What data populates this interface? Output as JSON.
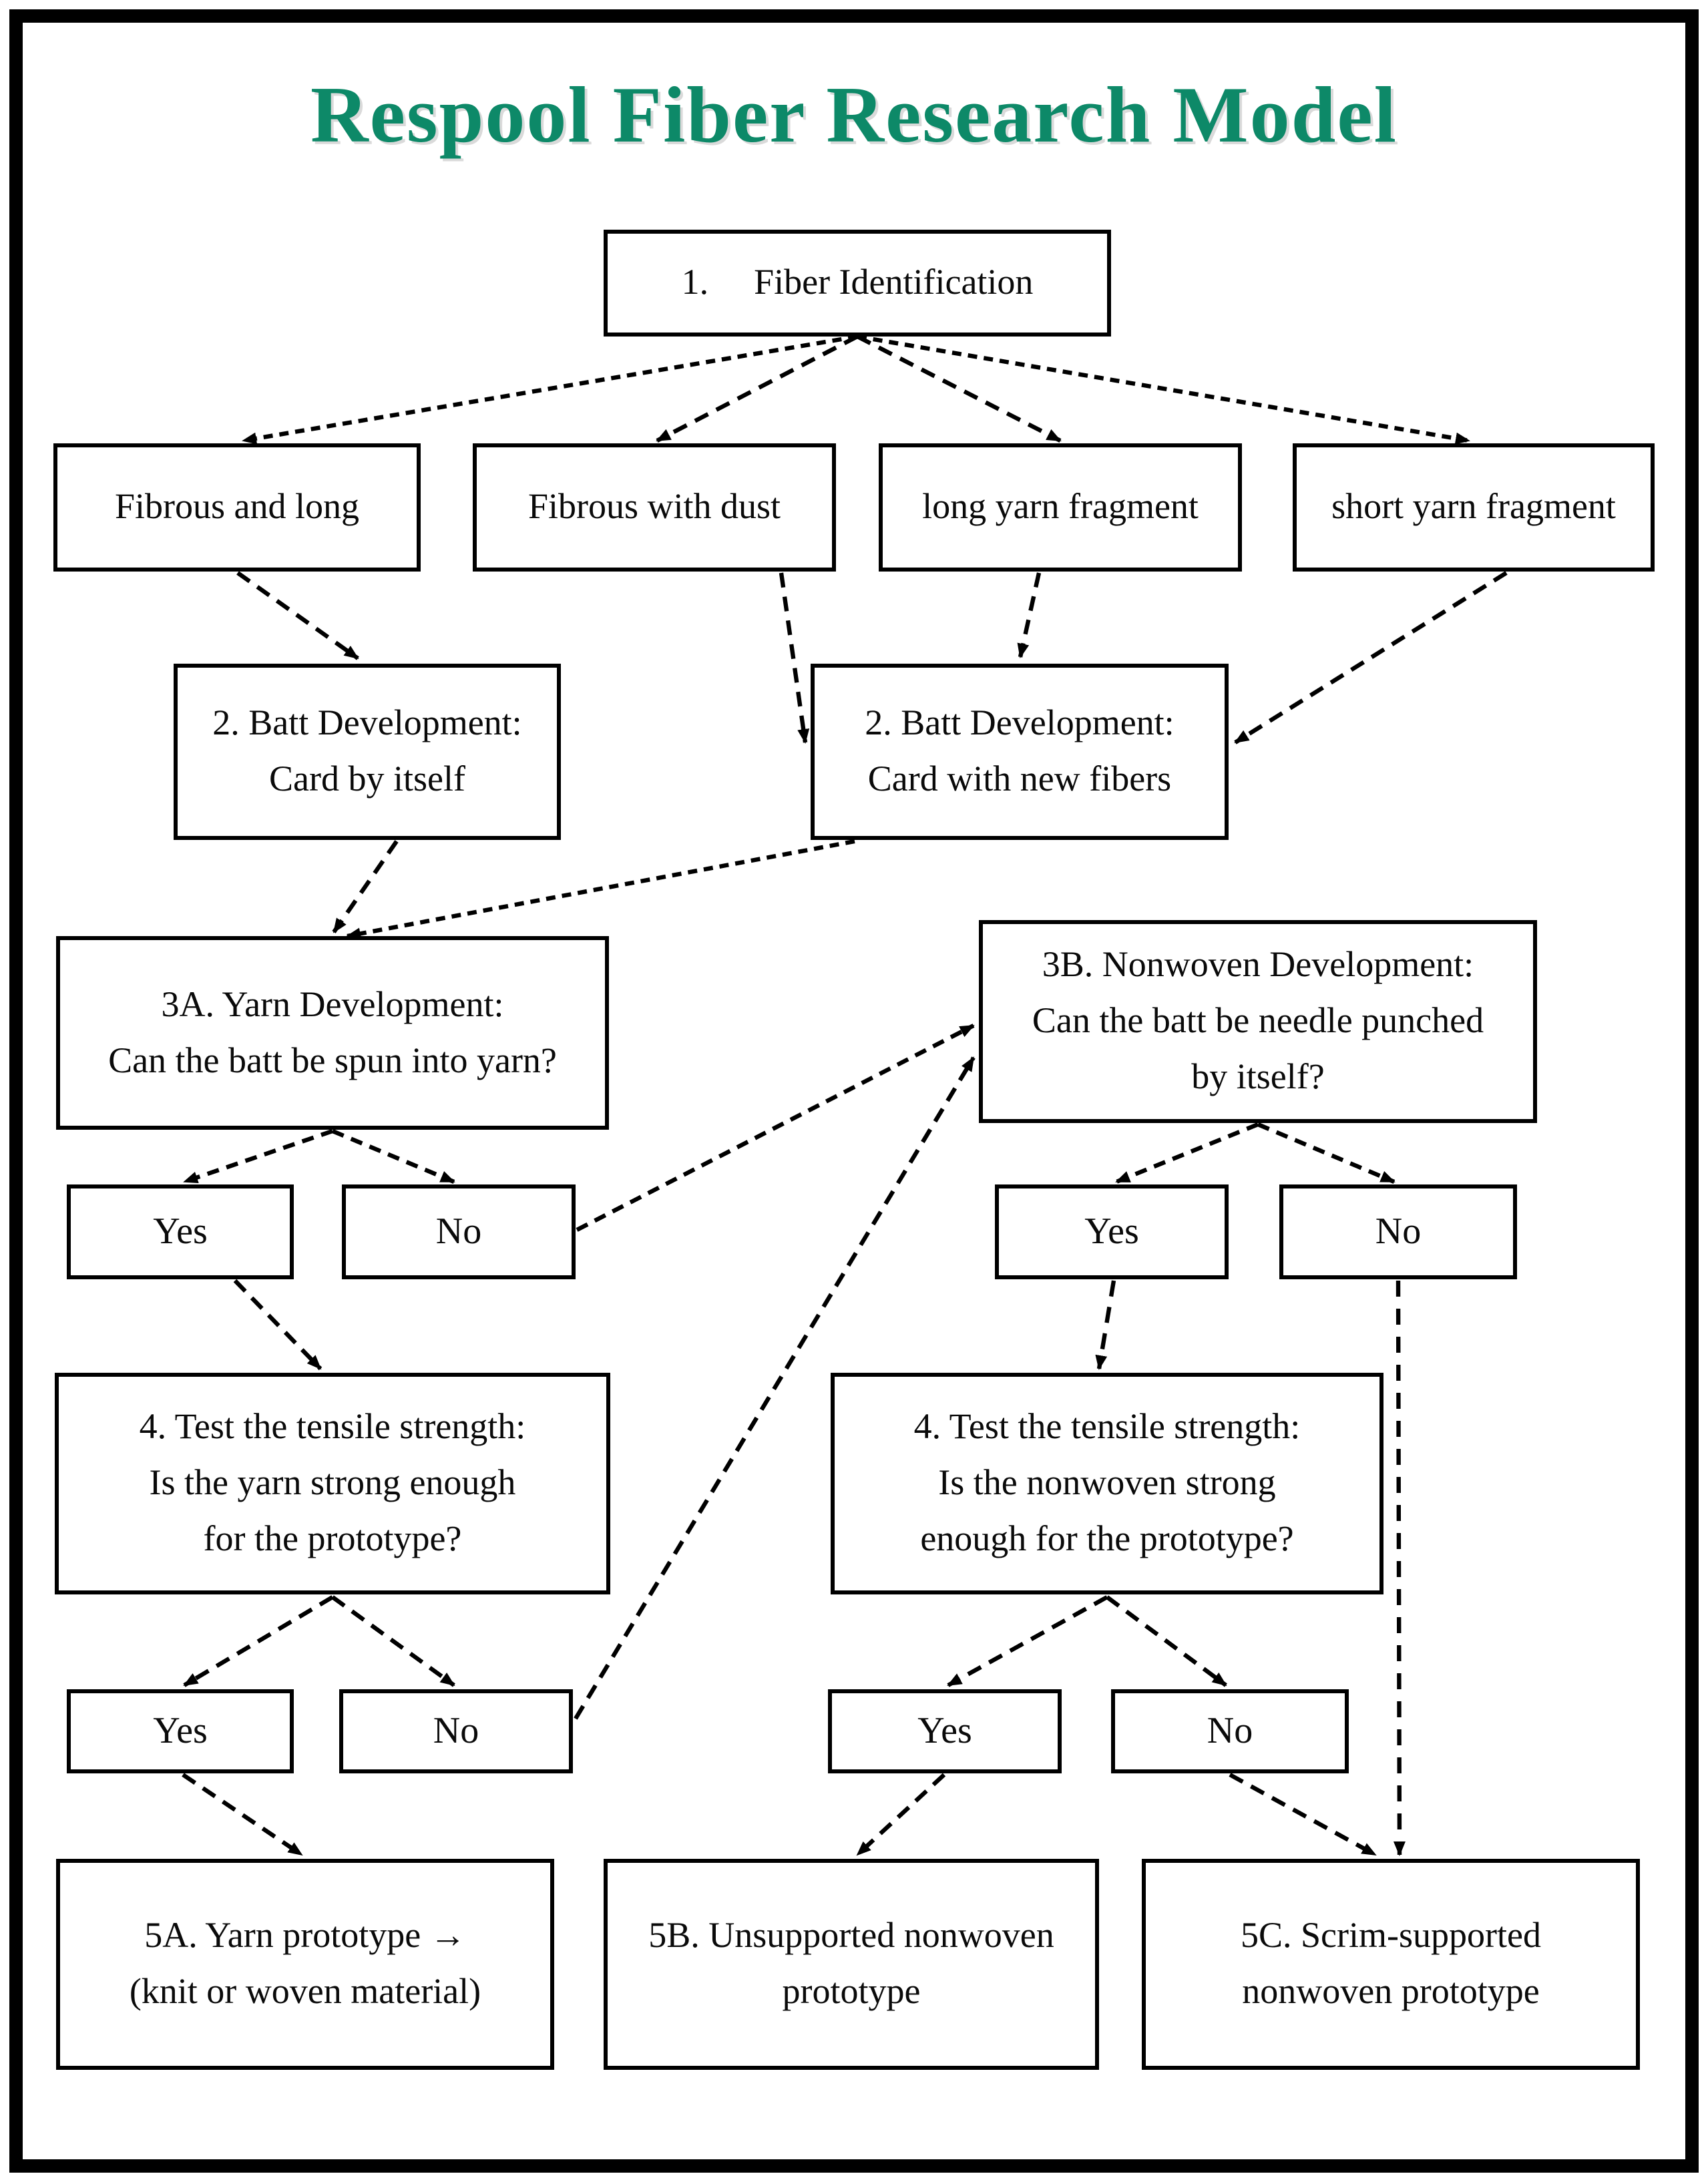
{
  "title": "Respool Fiber Research Model",
  "accent_color": "#0d8968",
  "nodes": {
    "fiber_identification": {
      "number": "1.",
      "label": "Fiber Identification"
    },
    "fibrous_and_long": {
      "label": "Fibrous and long"
    },
    "fibrous_with_dust": {
      "label": "Fibrous with dust"
    },
    "long_yarn_fragment": {
      "label": "long yarn fragment"
    },
    "short_yarn_fragment": {
      "label": "short yarn fragment"
    },
    "batt_card_by_itself": {
      "label": "2. Batt Development:\nCard by itself"
    },
    "batt_card_with_new_fibers": {
      "label": "2. Batt Development:\nCard with new fibers"
    },
    "yarn_development": {
      "label": "3A. Yarn Development:\nCan the batt be spun into yarn?"
    },
    "nonwoven_development": {
      "label": "3B. Nonwoven Development:\nCan the batt be needle punched\nby itself?"
    },
    "tensile_test_yarn": {
      "label": "4. Test the tensile strength:\nIs the yarn strong enough\nfor the prototype?"
    },
    "tensile_test_nonwoven": {
      "label": "4. Test the tensile strength:\nIs the nonwoven strong\nenough for the prototype?"
    },
    "yarn_prototype": {
      "label": "5A. Yarn prototype →\n(knit or woven material)"
    },
    "unsupported_nonwoven_prototype": {
      "label": "5B. Unsupported nonwoven\nprototype"
    },
    "scrim_supported_nonwoven_prototype": {
      "label": "5C. Scrim-supported\nnonwoven prototype"
    }
  },
  "decision_labels": {
    "yes": "Yes",
    "no": "No"
  }
}
